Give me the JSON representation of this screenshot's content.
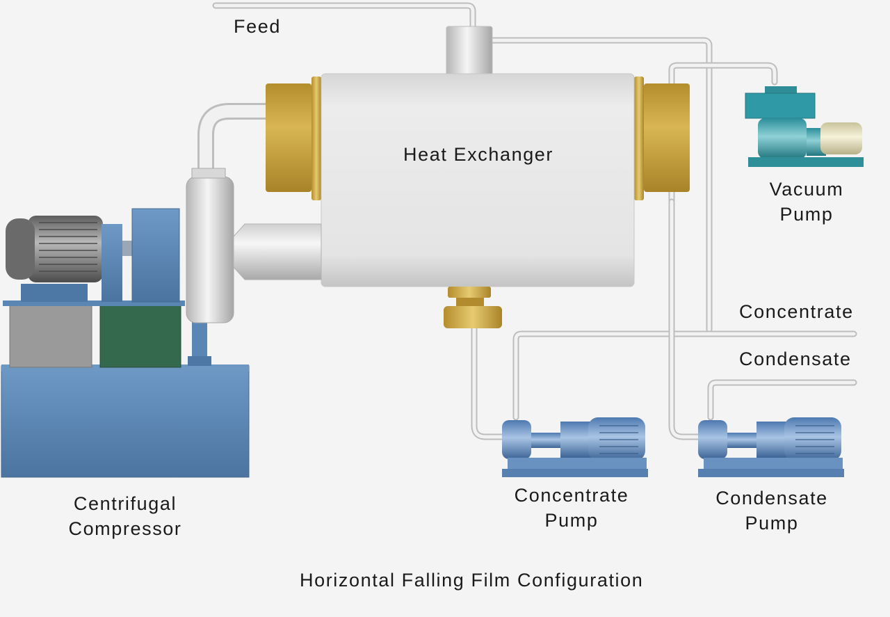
{
  "labels": {
    "feed": "Feed",
    "heat_exchanger": "Heat Exchanger",
    "vacuum_pump": [
      "Vacuum",
      "Pump"
    ],
    "concentrate": "Concentrate",
    "condensate": "Condensate",
    "centrifugal_compressor": [
      "Centrifugal",
      "Compressor"
    ],
    "concentrate_pump": [
      "Concentrate",
      "Pump"
    ],
    "condensate_pump": [
      "Condensate",
      "Pump"
    ],
    "caption": "Horizontal Falling Film Configuration"
  },
  "colors": {
    "background": "#f4f4f4",
    "pipe": "#dcdcdc",
    "pipe_edge": "#b9b9b9",
    "vessel": "#e4e4e4",
    "brass": "#c9a441",
    "brass_light": "#e2c76a",
    "machine_blue": "#5b86b4",
    "machine_green": "#2f6b4b",
    "teal": "#2f9aa6",
    "motor_gray": "#6e6e6e"
  }
}
